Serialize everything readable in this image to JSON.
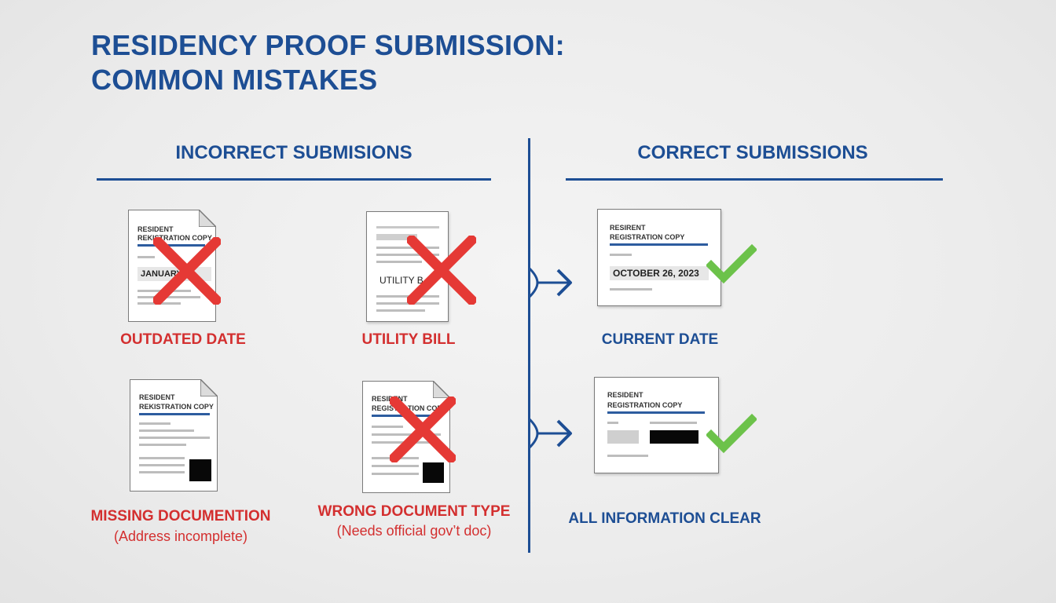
{
  "title": {
    "line1": "RESIDENCY PROOF SUBMISSION:",
    "line2": "COMMON MISTAKES"
  },
  "sections": {
    "incorrect": "INCORRECT SUBMISIONS",
    "correct": "CORRECT SUBMISSIONS"
  },
  "incorrect_items": [
    {
      "label": "OUTDATED DATE",
      "doc_title_1": "RESIDENT",
      "doc_title_2": "REKISTRATION COPY",
      "doc_field": "JANUARY   20"
    },
    {
      "label": "UTILITY BILL",
      "doc_field": "UTILITY B"
    },
    {
      "label": "MISSING DOCUMENTION",
      "sublabel": "(Address incomplete)",
      "doc_title_1": "RESIDENT",
      "doc_title_2": "REKISTRATION COPY"
    },
    {
      "label": "WRONG DOCUMENT TYPE",
      "sublabel": "(Needs official gov’t doc)",
      "doc_title_1": "RESIDENT",
      "doc_title_2": "REGISTRATION COP"
    }
  ],
  "correct_items": [
    {
      "label": "CURRENT DATE",
      "doc_title_1": "RESIRENT",
      "doc_title_2": "REGISTRATION COPY",
      "doc_field": "OCTOBER 26, 2023"
    },
    {
      "label": "ALL INFORMATION CLEAR",
      "doc_title_1": "RESIDENT",
      "doc_title_2": "REGISTRATION COPY"
    }
  ],
  "icons": {
    "incorrect": "x-icon",
    "correct": "checkmark-icon",
    "connector": "arrow-right-icon"
  },
  "colors": {
    "primary_blue": "#1d4e94",
    "error_red": "#d32f2f",
    "success_green": "#6cc24a"
  }
}
